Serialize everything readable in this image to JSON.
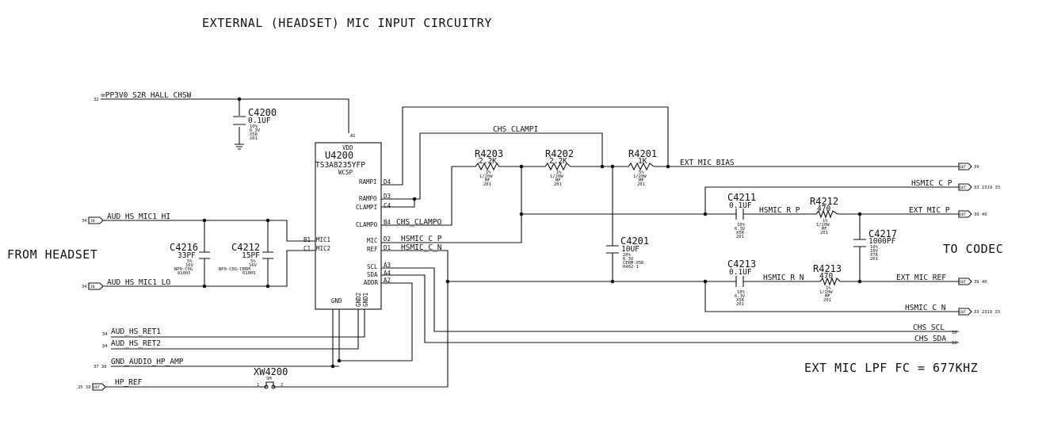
{
  "title": "EXTERNAL (HEADSET) MIC INPUT CIRCUITRY",
  "side_labels": {
    "left": "FROM HEADSET",
    "right": "TO CODEC"
  },
  "note": "EXT MIC LPF FC = 677KHZ",
  "nets": {
    "pp3v0": "=PP3V0_S2R_HALL_CHSW",
    "mic1_hi": "AUD_HS_MIC1_HI",
    "mic1_lo": "AUD_HS_MIC1_LO",
    "ret1": "AUD_HS_RET1",
    "ret2": "AUD_HS_RET2",
    "gnd_audio": "GND_AUDIO_HP_AMP",
    "hp_ref": "HP_REF",
    "chs_clampi": "CHS_CLAMPI",
    "chs_clampo": "CHS_CLAMPO",
    "hsmic_c_p": "HSMIC_C_P",
    "hsmic_c_n": "HSMIC_C_N",
    "ext_mic_bias": "EXT_MIC_BIAS",
    "hsmic_c_p_out": "HSMIC_C_P",
    "ext_mic_p": "EXT_MIC_P",
    "hsmic_r_p": "HSMIC_R_P",
    "hsmic_r_n": "HSMIC_R_N",
    "ext_mic_ref": "EXT_MIC_REF",
    "hsmic_c_n_out": "HSMIC_C_N",
    "chs_scl": "CHS_SCL",
    "chs_sda": "CHS_SDA"
  },
  "ports": {
    "in": "IN",
    "out": "OUT"
  },
  "pages": {
    "pp3v0": "32",
    "mic1_hi": "34",
    "mic1_lo": "34",
    "ret1": "34",
    "ret2": "34",
    "gnd_audio": "37 38",
    "hp_ref": "25 39",
    "ext_mic_bias": "39",
    "hsmic_c_p_out": "33 2319 33",
    "ext_mic_p": "39 40",
    "ext_mic_ref": "39 40",
    "hsmic_c_n_out": "33 2319 33",
    "chs_scl": "10",
    "chs_sda": "10"
  },
  "ic": {
    "ref": "U4200",
    "part": "TS3A8235YFP",
    "pkg": "WCSP",
    "vdd": "VDD",
    "gnd": "GND",
    "pins_left": [
      {
        "num": "B1",
        "name": "MIC1"
      },
      {
        "num": "C1",
        "name": "MIC2"
      }
    ],
    "pins_right": [
      {
        "num": "D4",
        "name": "RAMPI"
      },
      {
        "num": "D3",
        "name": "RAMPO"
      },
      {
        "num": "C4",
        "name": "CLAMPI"
      },
      {
        "num": "B4",
        "name": "CLAMPO"
      },
      {
        "num": "D2",
        "name": "MIC"
      },
      {
        "num": "D1",
        "name": "REF"
      },
      {
        "num": "A3",
        "name": "SCL"
      },
      {
        "num": "A4",
        "name": "SDA"
      },
      {
        "num": "A2",
        "name": "ADDR"
      }
    ],
    "pins_bottom": [
      {
        "name": "GND2"
      },
      {
        "name": "GND1"
      }
    ]
  },
  "components": {
    "c4200": {
      "ref": "C4200",
      "value": "0.1UF",
      "specs": [
        "10%",
        "6.3V",
        "X5R",
        "201"
      ]
    },
    "c4216": {
      "ref": "C4216",
      "value": "33PF",
      "specs": [
        "5%",
        "16V",
        "NP0-C0G",
        "01005"
      ]
    },
    "c4212": {
      "ref": "C4212",
      "value": "15PF",
      "specs": [
        "5%",
        "16V",
        "NP0-C0G-CERM",
        "01005"
      ]
    },
    "r4203": {
      "ref": "R4203",
      "value": "2.2K",
      "specs": [
        "1%",
        "1/20W",
        "MF",
        "201"
      ]
    },
    "r4202": {
      "ref": "R4202",
      "value": "2.2K",
      "specs": [
        "1%",
        "1/20W",
        "MF",
        "201"
      ]
    },
    "r4201": {
      "ref": "R4201",
      "value": "1K",
      "specs": [
        "5%",
        "1/20W",
        "MF",
        "201"
      ]
    },
    "c4201": {
      "ref": "C4201",
      "value": "10UF",
      "specs": [
        "20%",
        "6.3V",
        "CERM-X5R",
        "0402-1"
      ]
    },
    "c4211": {
      "ref": "C4211",
      "value": "0.1UF",
      "specs": [
        "10%",
        "6.3V",
        "X5R",
        "201"
      ]
    },
    "r4212": {
      "ref": "R4212",
      "value": "470",
      "specs": [
        "1%",
        "1/20W",
        "MF",
        "201"
      ]
    },
    "c4217": {
      "ref": "C4217",
      "value": "1000PF",
      "specs": [
        "10%",
        "10V",
        "X7R",
        "201"
      ]
    },
    "c4213": {
      "ref": "C4213",
      "value": "0.1UF",
      "specs": [
        "10%",
        "6.3V",
        "X5R",
        "201"
      ]
    },
    "r4213": {
      "ref": "R4213",
      "value": "470",
      "specs": [
        "1%",
        "1/20W",
        "MF",
        "201"
      ]
    },
    "xw4200": {
      "ref": "XW4200",
      "value": "SM"
    }
  }
}
